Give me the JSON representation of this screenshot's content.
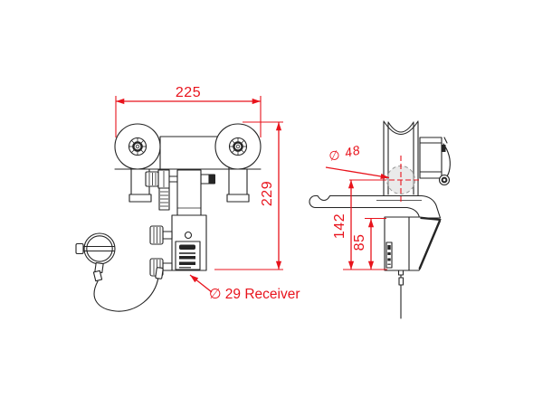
{
  "title": "Beam trolley technical drawing",
  "colors": {
    "dimension_red": "#e8131c",
    "line_black": "#242424",
    "wheel_shade_gray": "#d8d8d8",
    "background": "#ffffff"
  },
  "front_view": {
    "width_dim": "225",
    "height_dim": "229",
    "receiver_note": "∅ 29 Receiver"
  },
  "side_view": {
    "wheel_diameter_dim": "∅ 48",
    "overall_drop_dim": "142",
    "body_drop_dim": "85"
  }
}
